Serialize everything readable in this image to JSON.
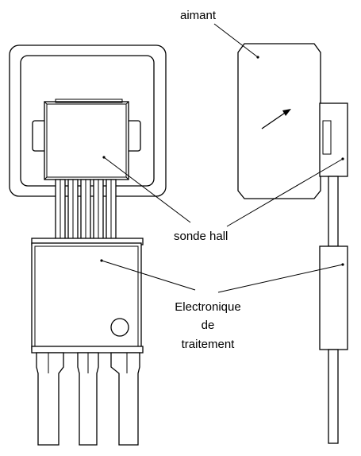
{
  "labels": {
    "aimant": "aimant",
    "sonde_hall": "sonde hall",
    "electronique_line1": "Electronique",
    "electronique_line2": "de",
    "electronique_line3": "traitement"
  }
}
